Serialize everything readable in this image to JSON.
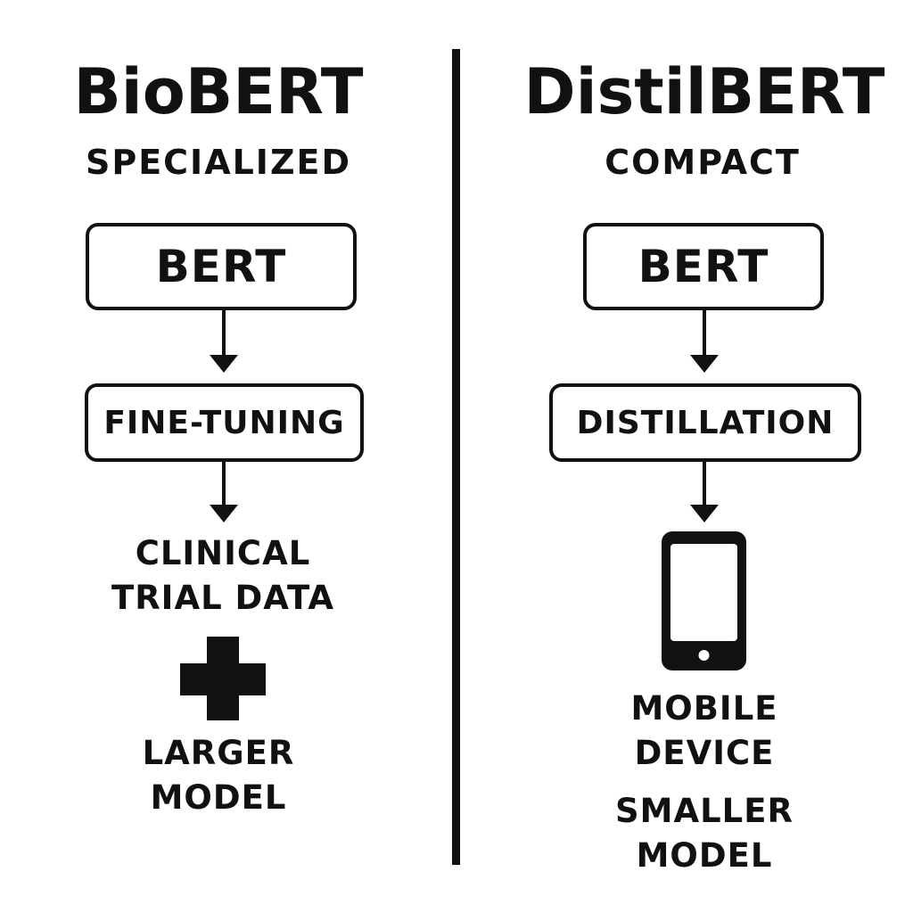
{
  "left": {
    "title": "BioBERT",
    "subtitle": "SPECIALIZED",
    "box1": "BERT",
    "box2": "FINE-TUNING",
    "data_line1": "CLINICAL",
    "data_line2": "TRIAL DATA",
    "model_line1": "LARGER",
    "model_line2": "MODEL",
    "symbol_icon": "plus-icon"
  },
  "right": {
    "title": "DistilBERT",
    "subtitle": "COMPACT",
    "box1": "BERT",
    "box2": "DISTILLATION",
    "device_icon": "mobile-phone-icon",
    "device_line1": "MOBILE",
    "device_line2": "DEVICE",
    "model_line1": "SMALLER",
    "model_line2": "MODEL"
  }
}
